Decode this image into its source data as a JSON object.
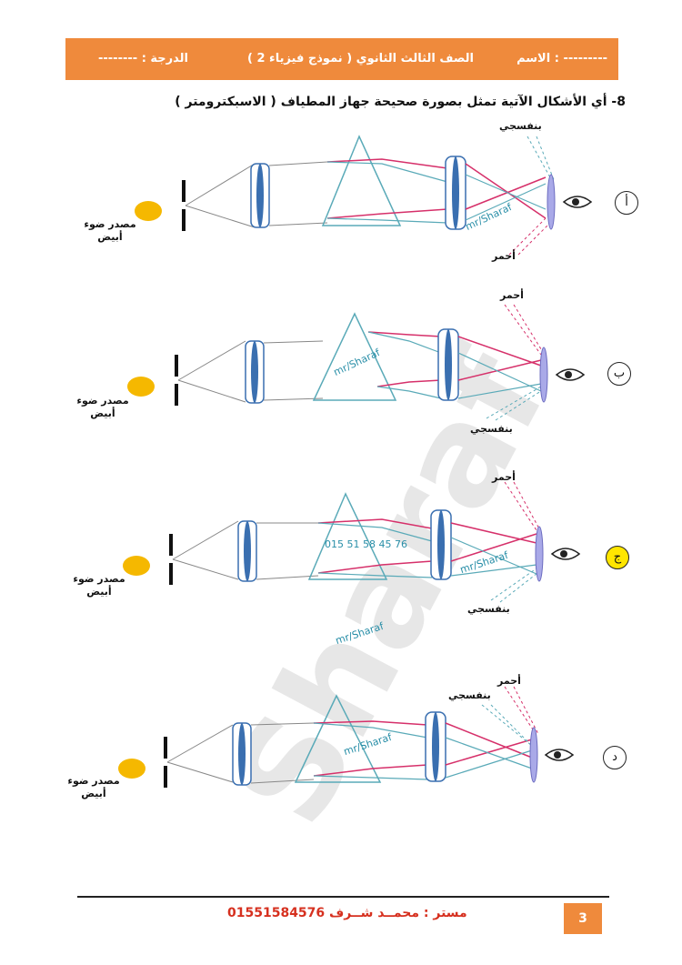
{
  "header": {
    "name_label": "الاسم : ---------",
    "class_label": "الصف الثالث الثانوي   ( نموذج فيزياء 2 )",
    "grade_label": "الدرجة : --------"
  },
  "question": "8- أي الأشكال الآتية تمثل بصورة صحيحة جهاز المطياف ( الاسبكترومتر )",
  "source_label_line1": "مصدر ضوء",
  "source_label_line2": "أبيض",
  "color_violet": "بنفسجي",
  "color_red": "أحمر",
  "choices": [
    "أ",
    "ب",
    "ج",
    "د"
  ],
  "watermark_text": "mr/Sharaf",
  "phone_watermark": "015 51 58 45 76",
  "big_watermark": "Sharaf",
  "footer": {
    "teacher": "مستر : محمــد شــرف 01551584576",
    "page_number": "3"
  },
  "colors": {
    "header_bg": "#ef8a3c",
    "red_ray": "#d6306a",
    "cyan_ray": "#5aaab8",
    "lens": "#3a6fb0",
    "source": "#f5b800",
    "selected_choice": "#ffe600"
  }
}
